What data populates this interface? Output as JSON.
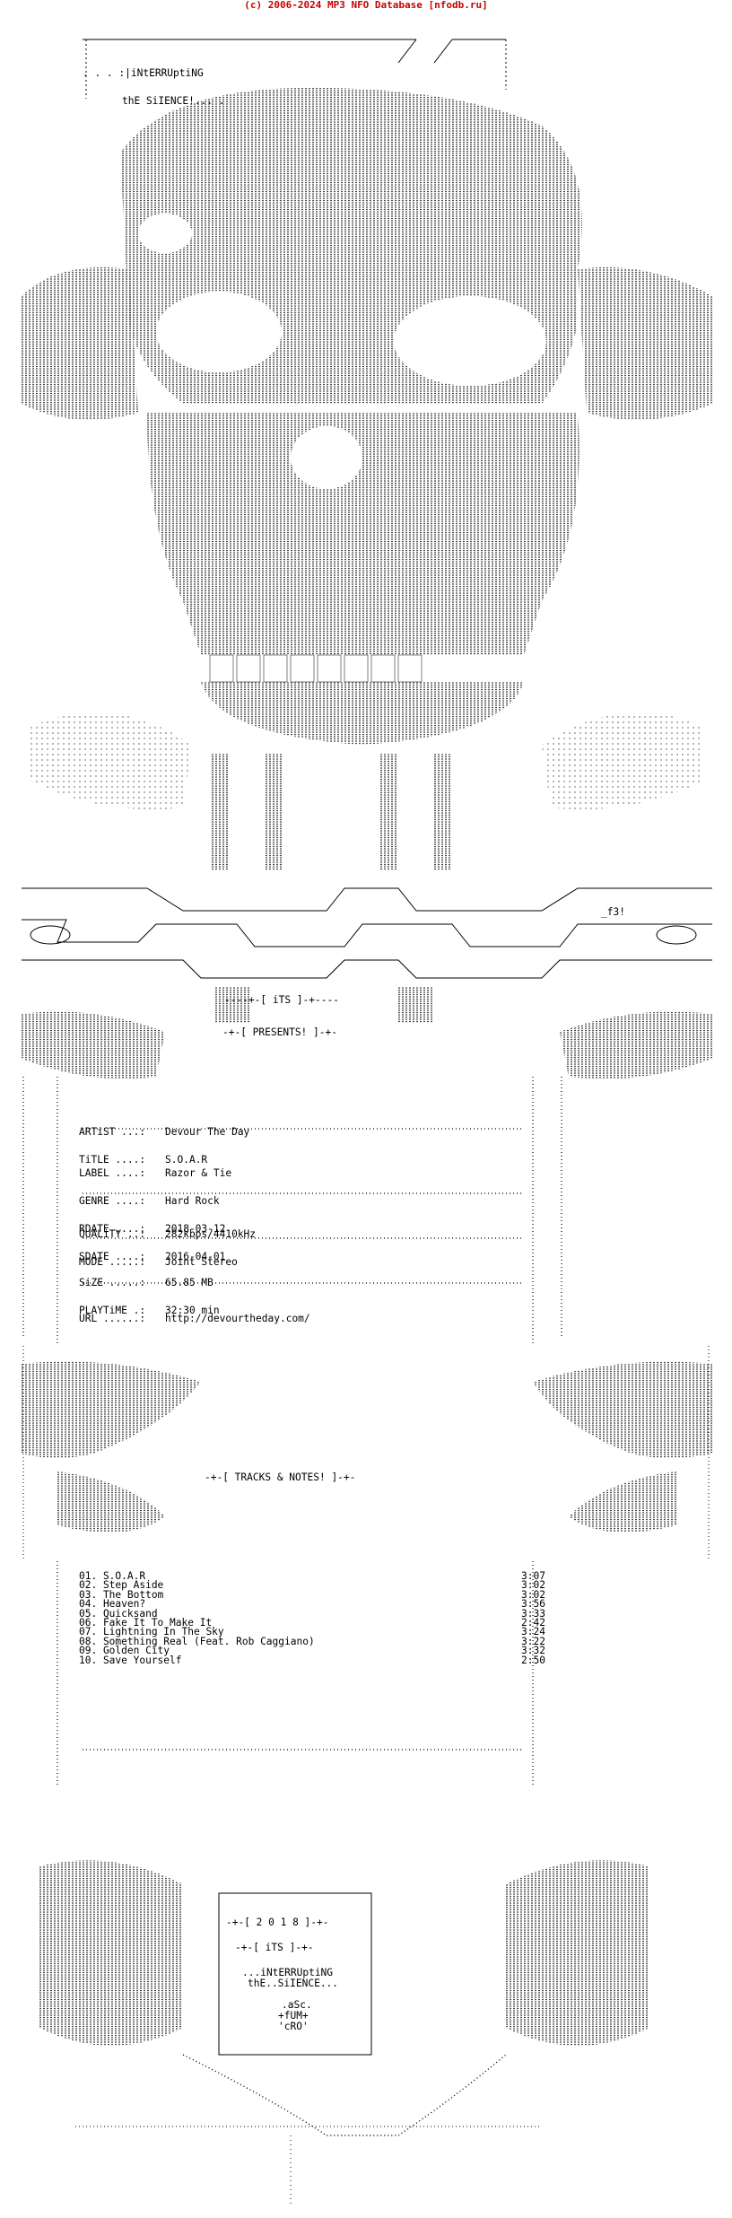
{
  "banner": "(c) 2006-2024 MP3 NFO Database [nfodb.ru]",
  "header": {
    "line1": ". . . :|iNtERRUptiNG",
    "line2": "thE SiIENCE!... ."
  },
  "presents": {
    "its_label": "----+-[ iTS ]-+----",
    "presents_label": "-+-[ PRESENTS! ]-+-"
  },
  "release": {
    "fields": [
      {
        "key": "ARTiST ...:",
        "value": "Devour The Day"
      },
      {
        "key": "TiTLE ....:",
        "value": "S.O.A.R"
      }
    ],
    "fields2": [
      {
        "key": "LABEL ....:",
        "value": "Razor & Tie"
      },
      {
        "key": "GENRE ....:",
        "value": "Hard Rock"
      },
      {
        "key": "RDATE ....:",
        "value": "2018-03-12"
      },
      {
        "key": "SDATE ....:",
        "value": "2016-04-01"
      }
    ],
    "fields3": [
      {
        "key": "QUALiTY ..:",
        "value": "282kbps/4410kHz"
      },
      {
        "key": "MODE .....:",
        "value": "Joint Stereo"
      }
    ],
    "fields4": [
      {
        "key": "SiZE .....:",
        "value": "65.85 MB"
      },
      {
        "key": "PLAYTiME .:",
        "value": "32:30 min"
      }
    ],
    "url_key": "URL ......:",
    "url": "http://devourtheday.com/"
  },
  "tracks_header": "-+-[ TRACKS & NOTES! ]-+-",
  "tracks": [
    {
      "title": "01. S.O.A.R",
      "time": "3:07"
    },
    {
      "title": "02. Step Aside",
      "time": "3:02"
    },
    {
      "title": "03. The Bottom",
      "time": "3:02"
    },
    {
      "title": "04. Heaven?",
      "time": "3:56"
    },
    {
      "title": "05. Quicksand",
      "time": "3:33"
    },
    {
      "title": "06. Fake It To Make It",
      "time": "2:42"
    },
    {
      "title": "07. Lightning In The Sky",
      "time": "3:24"
    },
    {
      "title": "08. Something Real (Feat. Rob Caggiano)",
      "time": "3:22"
    },
    {
      "title": "09. Golden City",
      "time": "3:32"
    },
    {
      "title": "10. Save Yourself",
      "time": "2:50"
    }
  ],
  "footer": {
    "year": "-+-[ 2 0 1 8 ]-+-",
    "its": "-+-[ iTS ]-+-",
    "group1": "...iNtERRUptiNG",
    "group2": "thE..SiIENCE...",
    "credit1": ".aSc.",
    "credit2": "+fUM+",
    "credit3": "'cRO'"
  },
  "logo_tag": "_f3!"
}
